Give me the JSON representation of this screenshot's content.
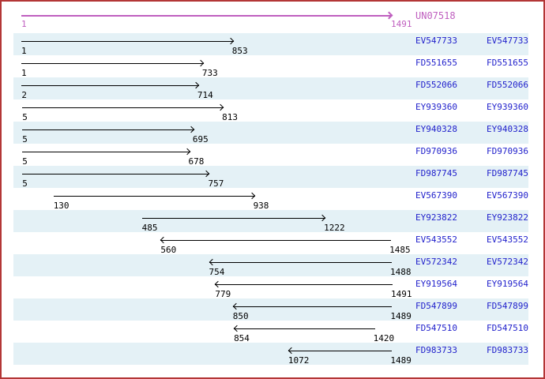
{
  "page": {
    "background": "#ffffff",
    "border_color": "#b33636"
  },
  "palette": {
    "stripe": "#e4f1f6",
    "reference_color": "#bf5fbf",
    "accession_color": "#2222cc",
    "arrow_color": "#000000"
  },
  "chart_data": {
    "type": "table",
    "title": "",
    "xlabel": "",
    "ylabel": "",
    "xlim": [
      1,
      1491
    ],
    "grid": false,
    "legend": false,
    "columns": [
      "accession",
      "start",
      "end",
      "strand",
      "accession"
    ],
    "reference": {
      "name": "UN07518",
      "start": 1,
      "end": 1491,
      "strand": "forward"
    },
    "alignments": [
      {
        "name": "EV547733",
        "start": 1,
        "end": 853,
        "strand": "forward"
      },
      {
        "name": "FD551655",
        "start": 1,
        "end": 733,
        "strand": "forward"
      },
      {
        "name": "FD552066",
        "start": 2,
        "end": 714,
        "strand": "forward"
      },
      {
        "name": "EY939360",
        "start": 5,
        "end": 813,
        "strand": "forward"
      },
      {
        "name": "EY940328",
        "start": 5,
        "end": 695,
        "strand": "forward"
      },
      {
        "name": "FD970936",
        "start": 5,
        "end": 678,
        "strand": "forward"
      },
      {
        "name": "FD987745",
        "start": 5,
        "end": 757,
        "strand": "forward"
      },
      {
        "name": "EV567390",
        "start": 130,
        "end": 938,
        "strand": "forward"
      },
      {
        "name": "EY923822",
        "start": 485,
        "end": 1222,
        "strand": "forward"
      },
      {
        "name": "EV543552",
        "start": 560,
        "end": 1485,
        "strand": "reverse"
      },
      {
        "name": "EV572342",
        "start": 754,
        "end": 1488,
        "strand": "reverse"
      },
      {
        "name": "EY919564",
        "start": 779,
        "end": 1491,
        "strand": "reverse"
      },
      {
        "name": "FD547899",
        "start": 850,
        "end": 1489,
        "strand": "reverse"
      },
      {
        "name": "FD547510",
        "start": 854,
        "end": 1420,
        "strand": "reverse"
      },
      {
        "name": "FD983733",
        "start": 1072,
        "end": 1489,
        "strand": "reverse"
      }
    ]
  }
}
